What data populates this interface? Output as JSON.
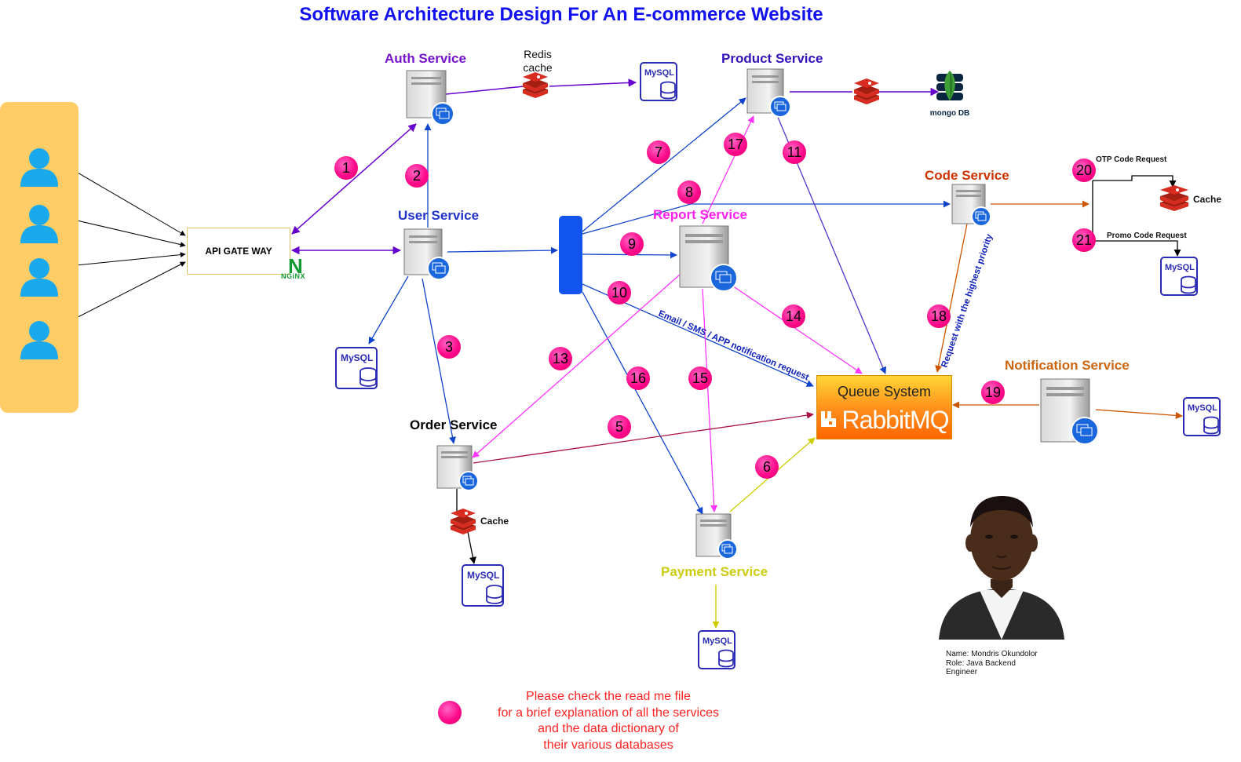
{
  "title": "Software Architecture Design For An E-commerce Website",
  "services": {
    "auth": "Auth Service",
    "product": "Product Service",
    "user": "User Service",
    "report": "Report Service",
    "code": "Code Service",
    "order": "Order Service",
    "payment": "Payment Service",
    "notification": "Notification Service"
  },
  "gateway": {
    "label": "API GATE WAY",
    "nginx": "NGiNX",
    "nginx_letter": "N"
  },
  "redis_label": "Redis cache",
  "cache_labels": {
    "order": "Cache",
    "code": "Cache"
  },
  "mysql_label": "MySQL",
  "mongo_label": "mongo DB",
  "queue": {
    "title": "Queue System",
    "brand": "RabbitMQ"
  },
  "code_requests": {
    "otp": "OTP Code Request",
    "promo": "Promo Code Request"
  },
  "edge_labels": {
    "notification": "Email / SMS / APP notification request",
    "priority": "Request with the highest priority"
  },
  "steps": [
    "1",
    "2",
    "3",
    "5",
    "6",
    "7",
    "8",
    "9",
    "10",
    "11",
    "13",
    "14",
    "15",
    "16",
    "17",
    "18",
    "19",
    "20",
    "21"
  ],
  "note": [
    "Please check the read me file",
    "for a brief  explanation of all the services",
    "and  the data dictionary of",
    "their various databases"
  ],
  "profile": {
    "name": "Name: Mondris Okundolor",
    "role": "Role: Java Backend",
    "role_cont": "Engineer"
  },
  "colors": {
    "title": "#1111ee",
    "purple": "#6600cc",
    "blue": "#1144cc",
    "magenta": "#ff33ff",
    "orange": "#cc5500",
    "yellow": "#cccc00",
    "darkred": "#aa1144",
    "badge": "#ff0a8a"
  }
}
